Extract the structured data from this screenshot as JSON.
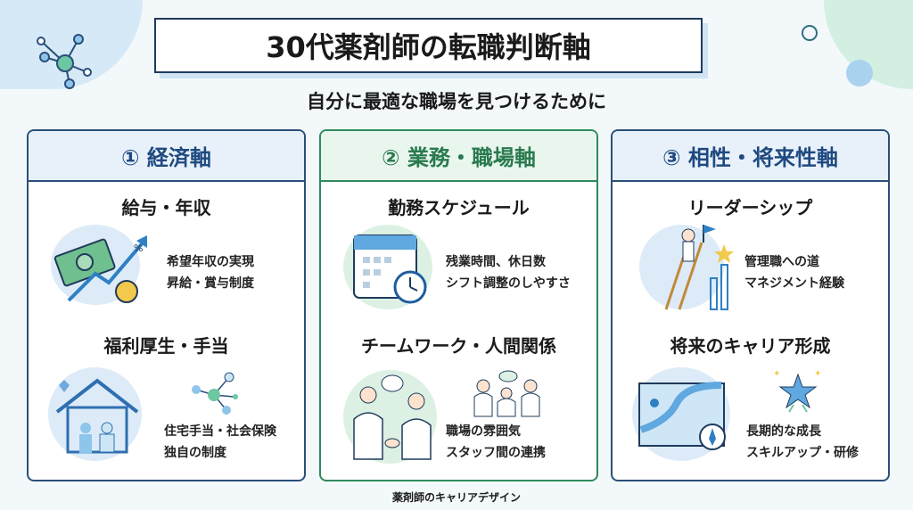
{
  "title": "30代薬剤師の転職判断軸",
  "subtitle": "自分に最適な職場を見つけるために",
  "cards": [
    {
      "heading": "① 経済軸",
      "sections": [
        {
          "title": "給与・年収",
          "lines": [
            "希望年収の実現",
            "昇給・賞与制度"
          ],
          "icon": "money-chart-icon"
        },
        {
          "title": "福利厚生・手当",
          "lines": [
            "住宅手当・社会保険",
            "独自の制度"
          ],
          "icon": "family-house-icon"
        }
      ]
    },
    {
      "heading": "② 業務・職場軸",
      "sections": [
        {
          "title": "勤務スケジュール",
          "lines": [
            "残業時間、休日数",
            "シフト調整のしやすさ"
          ],
          "icon": "calendar-clock-icon"
        },
        {
          "title": "チームワーク・人間関係",
          "lines": [
            "職場の雰囲気",
            "スタッフ間の連携"
          ],
          "icon": "handshake-team-icon"
        }
      ]
    },
    {
      "heading": "③ 相性・将来性軸",
      "sections": [
        {
          "title": "リーダーシップ",
          "lines": [
            "管理職への道",
            "マネジメント経験"
          ],
          "icon": "ladder-leader-icon"
        },
        {
          "title": "将来のキャリア形成",
          "lines": [
            "長期的な成長",
            "スキルアップ・研修"
          ],
          "icon": "career-map-icon"
        }
      ]
    }
  ],
  "footer": "薬剤師のキャリアデザイン",
  "colors": {
    "navy": "#1f4a80",
    "green": "#2a7a4f",
    "border": "#1f3b5c"
  }
}
